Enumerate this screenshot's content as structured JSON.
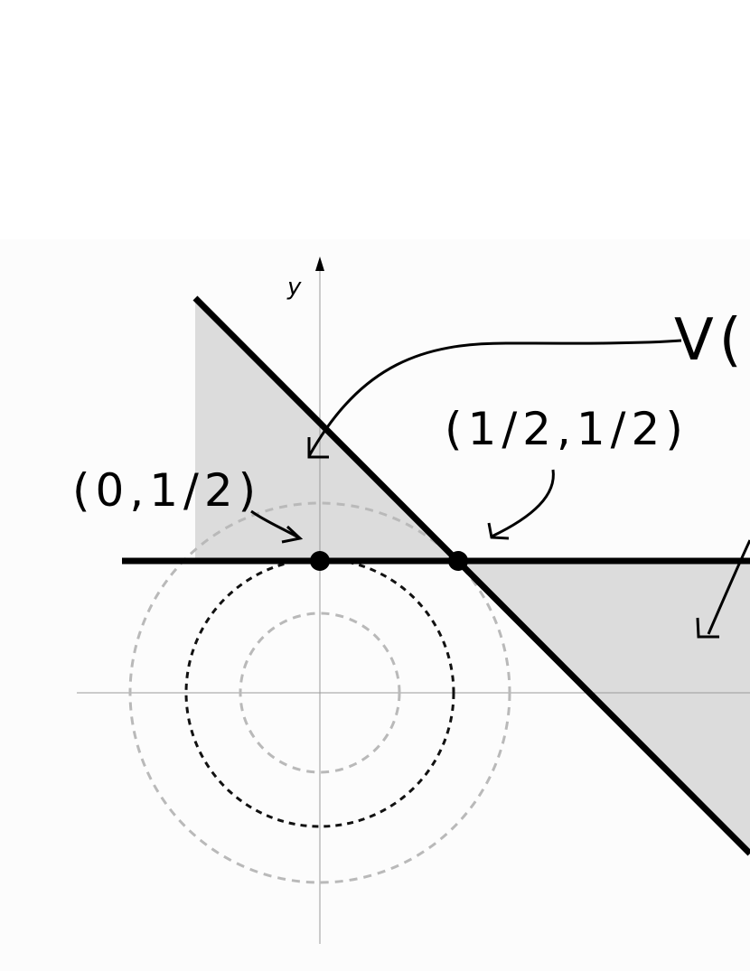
{
  "axis_label_y": "y",
  "labels": {
    "point_a": "(0,1/2)",
    "point_b": "(1/2,1/2)",
    "region": "V("
  },
  "points": [
    {
      "name": "point-0-half",
      "x": 0,
      "y": 0.5
    },
    {
      "name": "point-half-half",
      "x": 0.5,
      "y": 0.5
    }
  ],
  "colors": {
    "region_fill": "#dcdcdc",
    "plane_bg": "#fcfcfc",
    "grey_dash": "#b9b9b9"
  }
}
